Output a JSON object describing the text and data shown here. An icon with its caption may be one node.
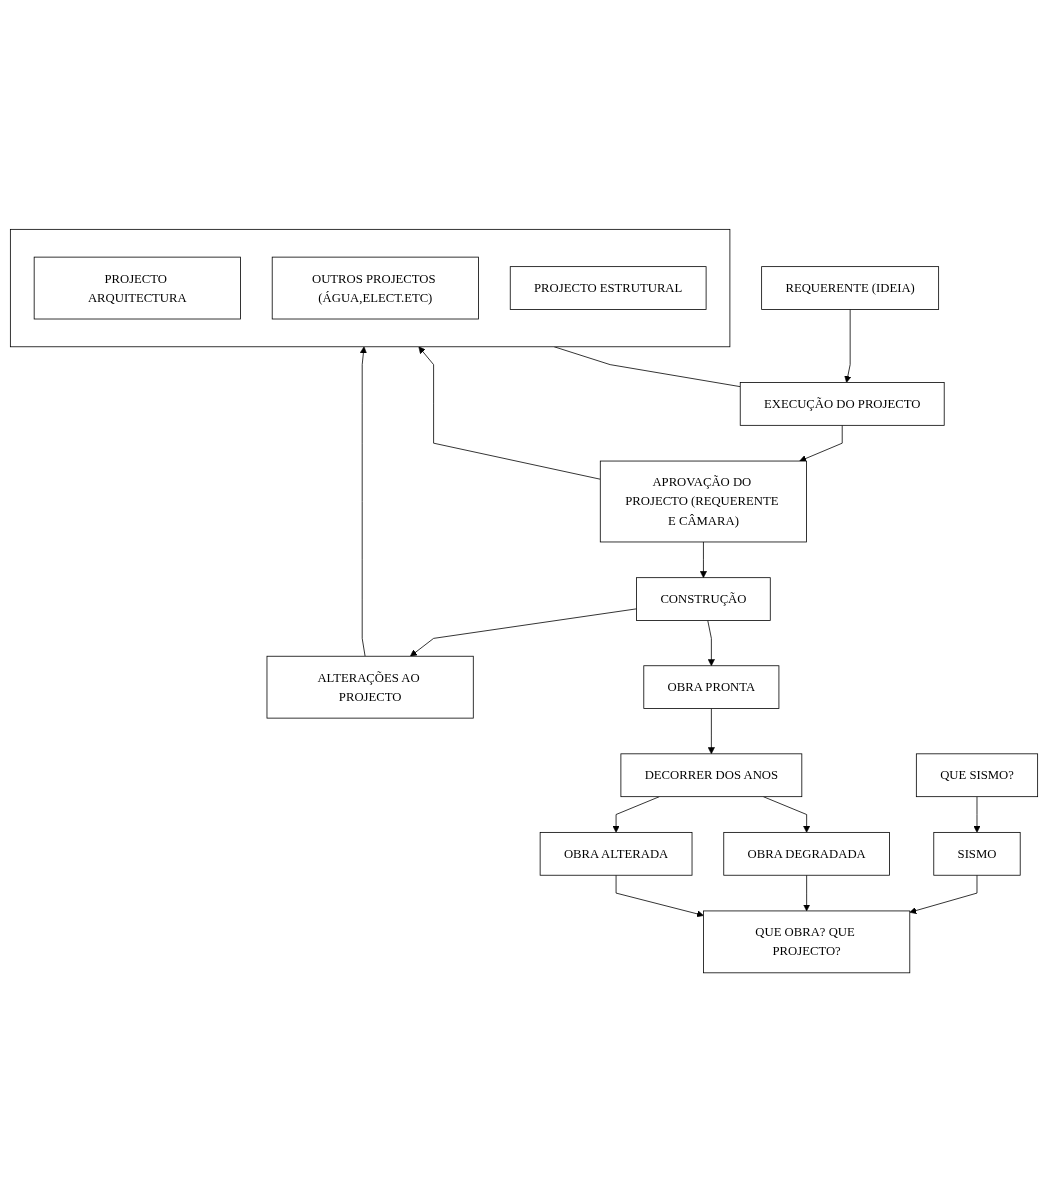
{
  "diagram": {
    "nodes": [
      {
        "text": [],
        "shape": "box"
      },
      {
        "text": [
          "PROJECTO ARQUITECTURA"
        ],
        "in": 0
      },
      {
        "text": [
          "OUTROS PROJECTOS (ÁGUA,ELECT.ETC)"
        ],
        "in": 0
      },
      {
        "text": [
          "PROJECTO ESTRUTURAL"
        ],
        "in": 0
      },
      {
        "text": [
          "REQUERENTE (IDEIA)"
        ]
      },
      {
        "text": [
          "EXECUÇÃO DO PROJECTO"
        ]
      },
      {
        "text": [
          "APROVAÇÃO DO PROJECTO (REQUERENTE E CÂMARA)"
        ]
      },
      {
        "text": [
          "ALTERAÇÕES AO PROJECTO"
        ]
      },
      {
        "text": [
          "CONSTRUÇÃO"
        ]
      },
      {
        "text": [
          "OBRA PRONTA"
        ]
      },
      {
        "text": [
          "OBRA ALTERADA"
        ]
      },
      {
        "text": [
          "DECORRER DOS ANOS"
        ]
      },
      {
        "text": [
          "QUE SISMO?"
        ]
      },
      {
        "text": [
          "SISMO"
        ]
      },
      {
        "text": [
          "OBRA DEGRADADA"
        ]
      },
      {
        "text": [
          "QUE OBRA? QUE PROJECTO?"
        ]
      }
    ],
    "edges": [
      {
        "from": 4,
        "to": 5,
        "arrow": "to"
      },
      {
        "from": 0,
        "to": 5,
        "arrow": "none"
      },
      {
        "from": 5,
        "to": 6,
        "arrow": "to"
      },
      {
        "from": 6,
        "to": 0,
        "arrow": "to"
      },
      {
        "from": 7,
        "to": 0,
        "arrow": "to"
      },
      {
        "from": 6,
        "to": 8,
        "arrow": "to"
      },
      {
        "from": 8,
        "to": 7,
        "arrow": "to"
      },
      {
        "from": 8,
        "to": 9,
        "arrow": "to"
      },
      {
        "from": 9,
        "to": 11,
        "arrow": "to"
      },
      {
        "from": 11,
        "to": 10,
        "arrow": "to"
      },
      {
        "from": 11,
        "to": 14,
        "arrow": "to"
      },
      {
        "from": 12,
        "to": 13,
        "arrow": "to"
      },
      {
        "from": 13,
        "to": 15,
        "arrow": "to"
      },
      {
        "from": 14,
        "to": 15,
        "arrow": "to"
      },
      {
        "from": 10,
        "to": 15,
        "arrow": "to"
      }
    ]
  }
}
